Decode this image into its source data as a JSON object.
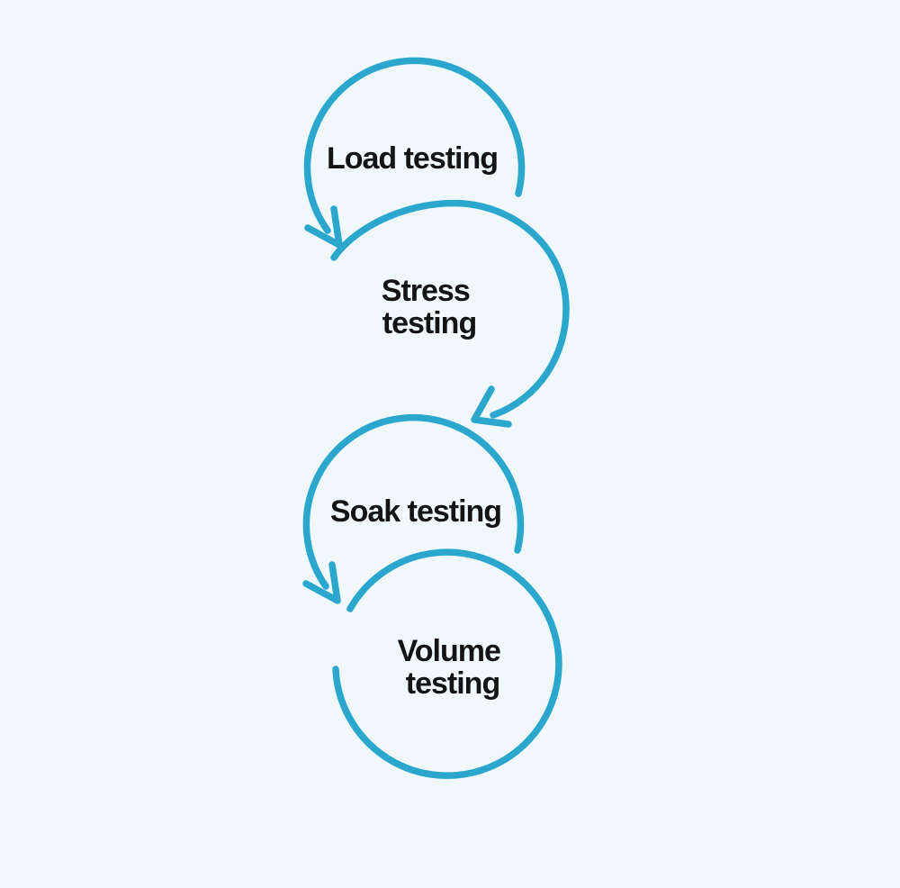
{
  "diagram": {
    "colors": {
      "background": "#f0f8fb",
      "stroke": "#2ba7ce",
      "text": "#141414"
    },
    "nodes": [
      {
        "id": "load-testing",
        "lines": [
          "Load testing"
        ]
      },
      {
        "id": "stress-testing",
        "lines": [
          "Stress",
          "testing"
        ]
      },
      {
        "id": "soak-testing",
        "lines": [
          "Soak testing"
        ]
      },
      {
        "id": "volume-testing",
        "lines": [
          "Volume",
          "testing"
        ]
      }
    ],
    "edges": [
      {
        "from": "load-testing",
        "to": "stress-testing"
      },
      {
        "from": "stress-testing",
        "to": "soak-testing"
      },
      {
        "from": "soak-testing",
        "to": "volume-testing"
      }
    ]
  }
}
